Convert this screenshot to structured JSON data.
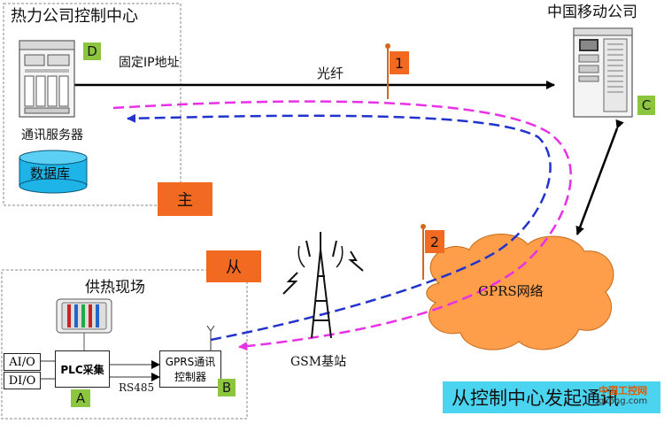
{
  "heat_center": {
    "title": "热力公司控制中心",
    "letter": "D",
    "fixed_ip": "固定IP地址",
    "server_label": "通讯服务器",
    "database_label": "数据库"
  },
  "china_mobile": {
    "title": "中国移动公司",
    "letter": "C"
  },
  "fiber": {
    "label": "光纤",
    "flag": "1"
  },
  "gprs": {
    "network_label": "GPRS网络",
    "flag": "2"
  },
  "roles": {
    "master": "主",
    "slave": "从"
  },
  "gsm": {
    "label": "GSM基站"
  },
  "site": {
    "title": "供热现场",
    "ai_label": "AI/O",
    "di_label": "DI/O",
    "plc_label": "PLC采集",
    "plc_letter": "A",
    "rs485_label": "RS485",
    "gprs_controller_line1": "GPRS通讯",
    "gprs_controller_line2": "控制器",
    "controller_letter": "B"
  },
  "banner": {
    "text": "从控制中心发起通讯"
  },
  "watermark": {
    "cn": "中国工控网",
    "url": "gkong.com"
  },
  "colors": {
    "orange": "#f26a22",
    "green": "#8cc63f",
    "magenta": "#e830e8",
    "blue": "#2233cc",
    "db_fill": "#1eb4e8",
    "banner": "#4ad4f0"
  }
}
